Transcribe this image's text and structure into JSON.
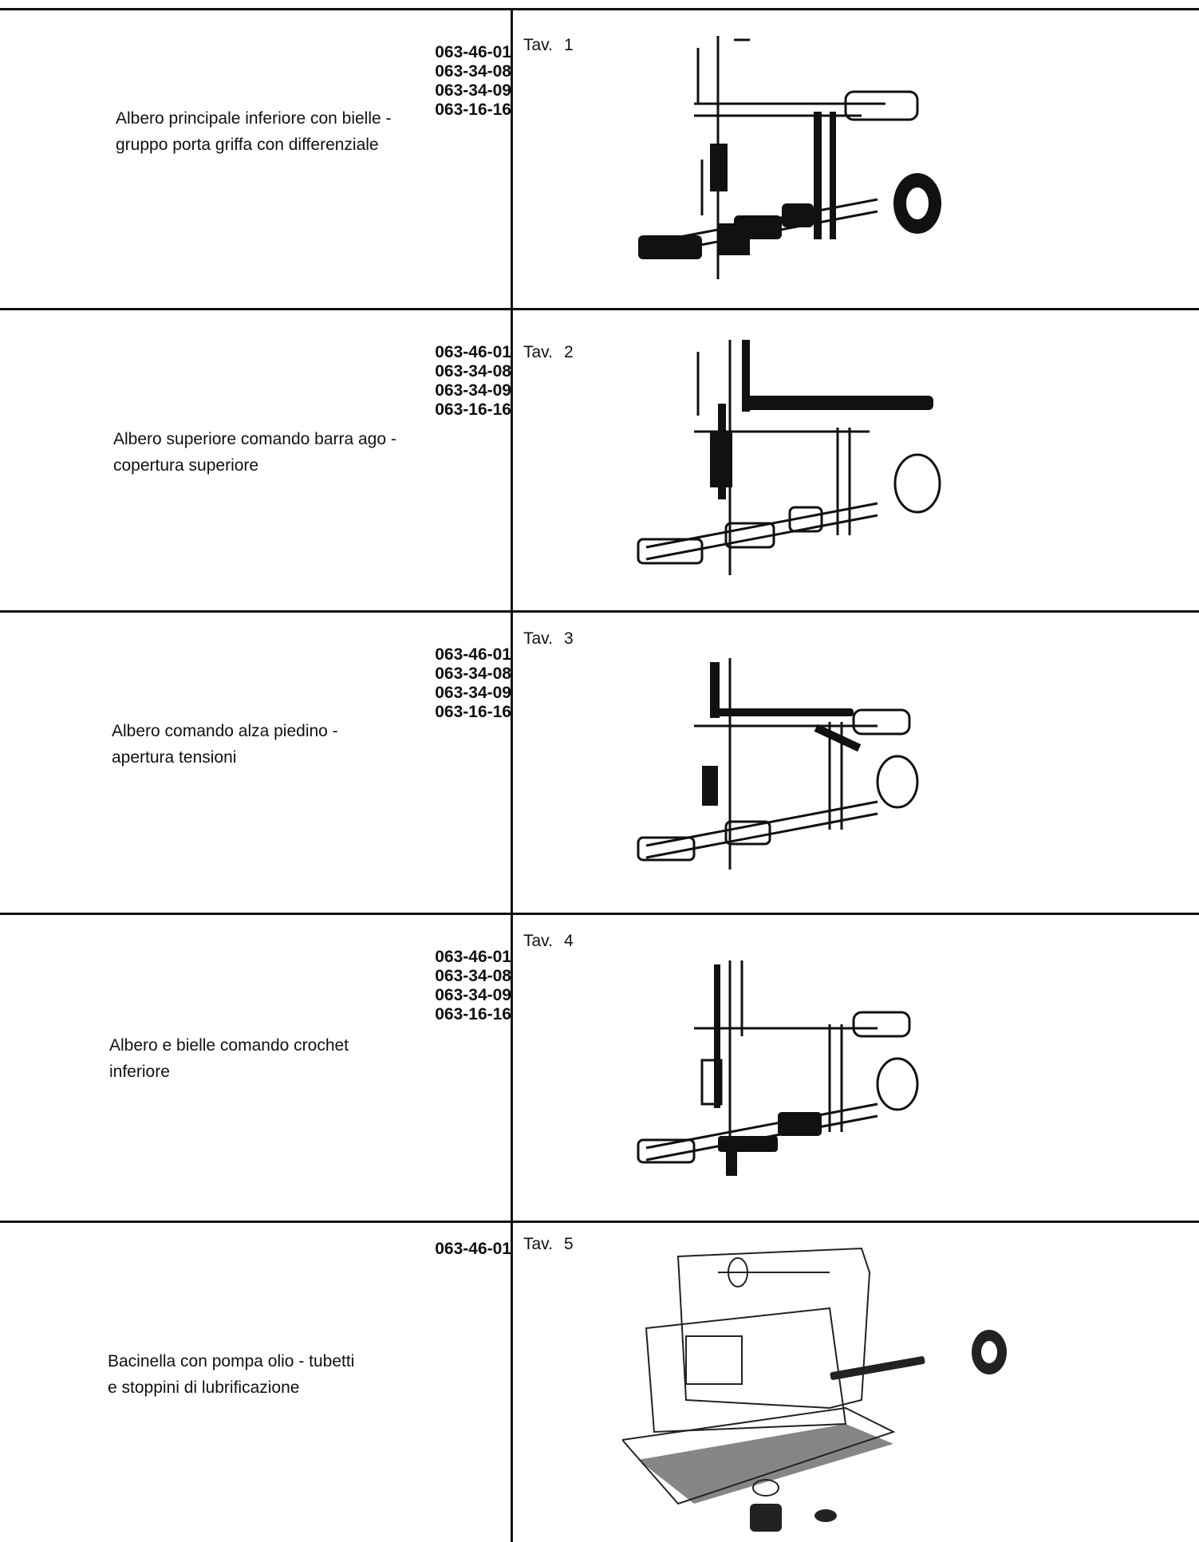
{
  "rows": [
    {
      "codes": [
        "063-46-01",
        "063-34-08",
        "063-34-09",
        "063-16-16"
      ],
      "description": [
        "Albero principale inferiore con bielle -",
        "gruppo porta griffa con differenziale"
      ],
      "tav_label": "Tav.",
      "tav_number": "1",
      "figure_icon": "lower-main-shaft-assembly-illustration"
    },
    {
      "codes": [
        "063-46-01",
        "063-34-08",
        "063-34-09",
        "063-16-16"
      ],
      "description": [
        "Albero superiore comando barra ago -",
        "copertura superiore"
      ],
      "tav_label": "Tav.",
      "tav_number": "2",
      "figure_icon": "upper-shaft-needle-bar-illustration"
    },
    {
      "codes": [
        "063-46-01",
        "063-34-08",
        "063-34-09",
        "063-16-16"
      ],
      "description": [
        "Albero comando alza piedino -",
        "apertura tensioni"
      ],
      "tav_label": "Tav.",
      "tav_number": "3",
      "figure_icon": "presser-foot-lift-shaft-illustration"
    },
    {
      "codes": [
        "063-46-01",
        "063-34-08",
        "063-34-09",
        "063-16-16"
      ],
      "description": [
        "Albero e bielle comando crochet",
        "inferiore"
      ],
      "tav_label": "Tav.",
      "tav_number": "4",
      "figure_icon": "lower-looper-shaft-illustration"
    },
    {
      "codes": [
        "063-46-01"
      ],
      "description": [
        "Bacinella con pompa olio - tubetti",
        "e stoppini di lubrificazione"
      ],
      "tav_label": "Tav.",
      "tav_number": "5",
      "figure_icon": "oil-pan-pump-illustration"
    }
  ]
}
